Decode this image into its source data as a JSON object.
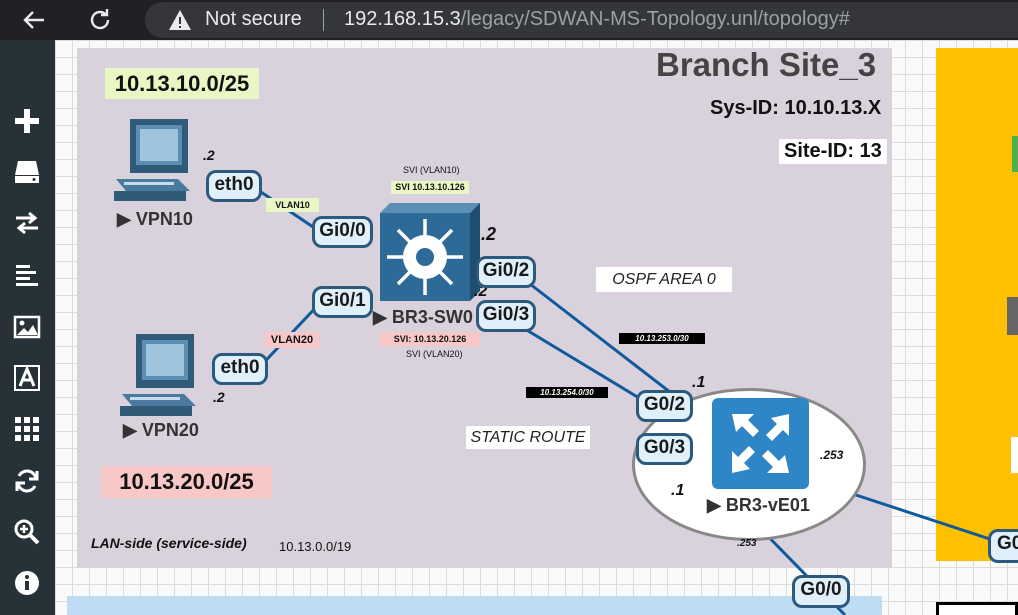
{
  "browser": {
    "security_label": "Not secure",
    "url_host": "192.168.15.3",
    "url_path": "/legacy/SDWAN-MS-Topology.unl/topology#"
  },
  "sidebar": {
    "icons": [
      "add-icon",
      "storage-icon",
      "transfer-icon",
      "align-left-icon",
      "image-icon",
      "text-icon",
      "grid-icon",
      "refresh-icon",
      "zoom-icon",
      "info-icon"
    ]
  },
  "topology": {
    "title": "Branch Site_3",
    "sys_id": "Sys-ID: 10.10.13.X",
    "site_id": "Site-ID: 13",
    "net_vlan10": "10.13.10.0/25",
    "net_vlan20": "10.13.20.0/25",
    "lan_side": "LAN-side (service-side)",
    "lan_net": "10.13.0.0/19",
    "ospf_area": "OSPF AREA 0",
    "static_route": "STATIC ROUTE",
    "svi_vlan10_title": "SVI (VLAN10)",
    "svi_vlan10_ip": "SVI 10.13.10.126",
    "svi_vlan20_ip": "SVI: 10.13.20.126",
    "svi_vlan20_title": "SVI (VLAN20)",
    "link_253_30": "10.13.253.0/30",
    "link_254_30": "10.13.254.0/30",
    "vlan10_tag": "VLAN10",
    "vlan20_tag": "VLAN20",
    "nodes": {
      "vpn10": "▶ VPN10",
      "vpn20": "▶ VPN20",
      "switch": "▶ BR3-SW0",
      "router": "▶ BR3-vE01"
    },
    "interfaces": {
      "vpn10_eth0": "eth0",
      "vpn20_eth0": "eth0",
      "sw_gi00": "Gi0/0",
      "sw_gi01": "Gi0/1",
      "sw_gi02": "Gi0/2",
      "sw_gi03": "Gi0/3",
      "r_g02": "G0/2",
      "r_g03": "G0/3",
      "r_g00": "G0/0",
      "r_g0_right": "G0"
    },
    "host_addrs": {
      "vpn10": ".2",
      "vpn20": ".2",
      "sw_upper": ".2",
      "sw_lower": ".2",
      "r_upper": ".1",
      "r_lower": ".1",
      "r_right": ".253",
      "r_bottom": ".253"
    }
  },
  "colors": {
    "site_bg": "#d9d2dd",
    "vlan10_green": "#e9f7c5",
    "vlan20_red": "#f8c8c8",
    "link_blue": "#0f5a9c",
    "right_panel": "#ffc000",
    "bottom_panel": "#bfdcf5"
  }
}
